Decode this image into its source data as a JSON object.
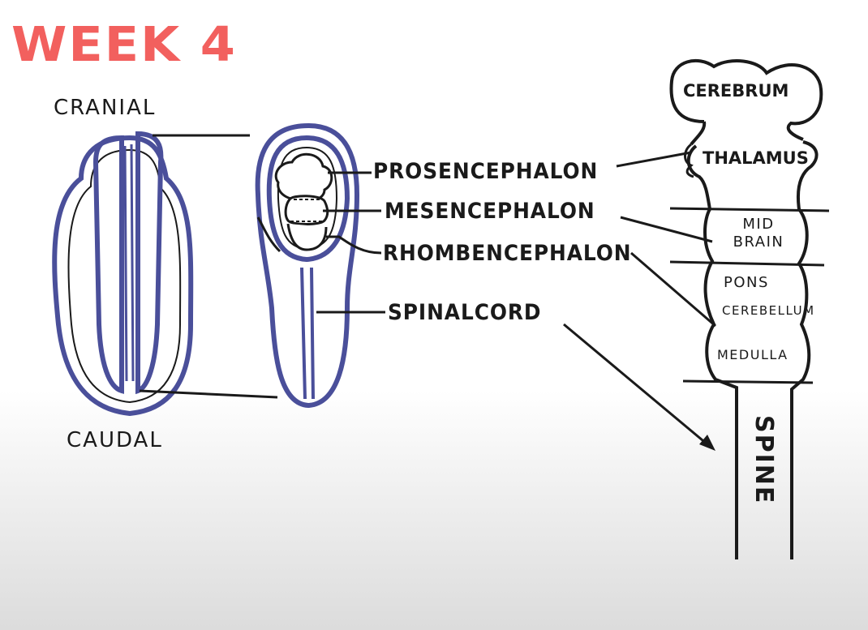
{
  "title": "WEEK 4",
  "orientation": {
    "top": "CRANIAL",
    "bottom": "CAUDAL"
  },
  "embryo_labels": {
    "forebrain": "PROSENCEPHALON",
    "midbrain": "MESENCEPHALON",
    "hindbrain": "RHOMBENCEPHALON",
    "spinal": "SPINALCORD"
  },
  "brain_regions": {
    "cerebrum": "CEREBRUM",
    "thalamus": "THALAMUS",
    "midbrain": "MID BRAIN",
    "pons": "PONS",
    "cerebellum": "CEREBELLUM",
    "medulla": "MEDULLA",
    "spine": "SPINE"
  },
  "colors": {
    "title": "#f2605e",
    "embryo_outline": "#4a4f9a",
    "ink": "#1a1a1a"
  }
}
